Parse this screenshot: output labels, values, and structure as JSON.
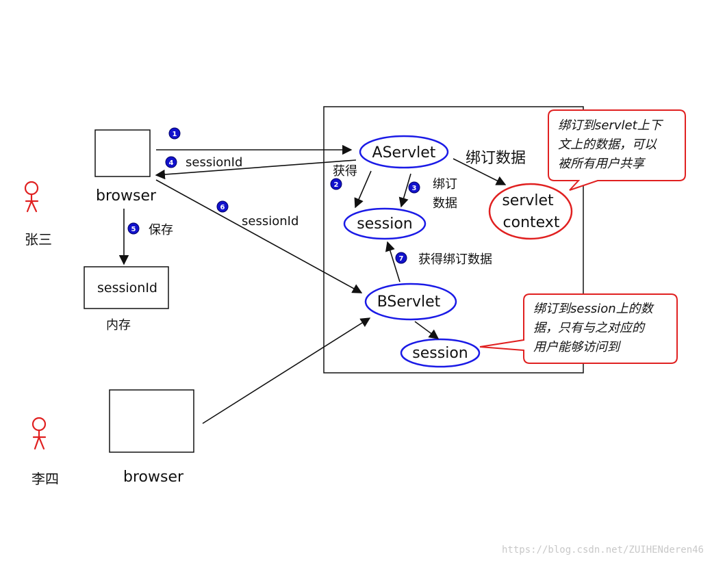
{
  "people": {
    "user1_name": "张三",
    "user2_name": "李四"
  },
  "browsers": {
    "browser1_label": "browser",
    "browser2_label": "browser"
  },
  "client": {
    "memory_box_label": "sessionId",
    "memory_label": "内存",
    "save_label": "保存"
  },
  "server": {
    "aservlet": "AServlet",
    "bservlet": "BServlet",
    "session_top": "session",
    "session_bottom": "session",
    "servlet_context_line1": "servlet",
    "servlet_context_line2": "context"
  },
  "edge_labels": {
    "sessionId_4": "sessionId",
    "sessionId_6": "sessionId",
    "get": "获得",
    "bind_data_line1": "绑订",
    "bind_data_line2": "数据",
    "bind_data_context": "绑订数据",
    "get_bind_data": "获得绑订数据"
  },
  "steps": [
    "1",
    "2",
    "3",
    "4",
    "5",
    "6",
    "7"
  ],
  "notes": {
    "context_note_lines": [
      "绑订到servlet上下",
      "文上的数据，可以",
      "被所有用户共享"
    ],
    "session_note_lines": [
      "绑订到session上的数",
      "据，只有与之对应的",
      "用户能够访问到"
    ]
  },
  "watermark": "https://blog.csdn.net/ZUIHENderen46",
  "colors": {
    "ellipse_blue": "#1a1ae6",
    "ellipse_red": "#e02020",
    "step_badge": "#1212cc",
    "person_red": "#e02020"
  }
}
